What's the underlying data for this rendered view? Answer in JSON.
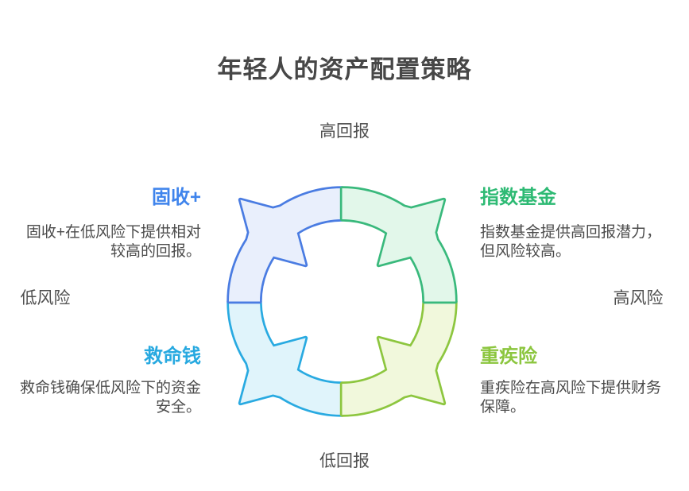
{
  "title": "年轻人的资产配置策略",
  "axes": {
    "top": "高回报",
    "bottom": "低回报",
    "left": "低风险",
    "right": "高风险"
  },
  "quadrants": [
    {
      "id": "fixed-income-plus",
      "position": "top-left",
      "label": "固收+",
      "desc_lines": [
        "固收+在低风险下提供相对",
        "较高的回报。"
      ],
      "label_color": "#3f84ec",
      "stroke_color": "#4a7ce2",
      "fill_color": "#e9effc"
    },
    {
      "id": "index-funds",
      "position": "top-right",
      "label": "指数基金",
      "desc_lines": [
        "指数基金提供高回报潜力，",
        "但风险较高。"
      ],
      "label_color": "#2eba74",
      "stroke_color": "#39b97c",
      "fill_color": "#e2f7ea"
    },
    {
      "id": "emergency-money",
      "position": "bottom-left",
      "label": "救命钱",
      "desc_lines": [
        "救命钱确保低风险下的资金",
        "安全。"
      ],
      "label_color": "#27a9e0",
      "stroke_color": "#29aae1",
      "fill_color": "#e0f4fb"
    },
    {
      "id": "critical-illness-insurance",
      "position": "bottom-right",
      "label": "重疾险",
      "desc_lines": [
        "重疾险在高风险下提供财务",
        "保障。"
      ],
      "label_color": "#8cc63f",
      "stroke_color": "#8dc63f",
      "fill_color": "#f1f8dc"
    }
  ],
  "colors": {
    "title": "#474747",
    "axis_label": "#4f4f4f",
    "description": "#4b4b4b",
    "background": "#ffffff"
  }
}
